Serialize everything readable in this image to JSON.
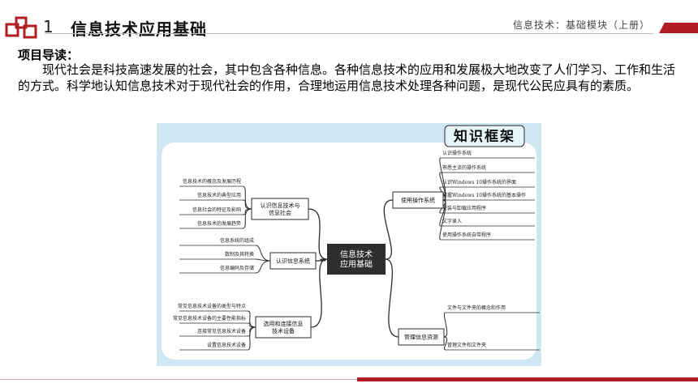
{
  "header": {
    "chapter_number": "1",
    "chapter_title": "信息技术应用基础",
    "course": "信息技术：基础模块（上册）"
  },
  "intro": {
    "heading": "项目导读：",
    "paragraph": "现代社会是科技高速发展的社会，其中包含各种信息。各种信息技术的应用和发展极大地改变了人们学习、工作和生活的方式。科学地认知信息技术对于现代社会的作用，合理地运用信息技术处理各种问题，是现代公民应具有的素质。"
  },
  "mindmap": {
    "banner": "知识框架",
    "center": [
      "信息技术",
      "应用基础"
    ],
    "left_branches": [
      {
        "label": [
          "认识信息技术与",
          "信息社会"
        ],
        "leaves": [
          "信息技术的概念及发展历程",
          "信息技术的典型应用",
          "信息社会的特征及影响",
          "信息技术的发展趋势"
        ]
      },
      {
        "label": [
          "认识信息系统"
        ],
        "leaves": [
          "信息系统的组成",
          "数制及其转换",
          "信息编码及存储"
        ]
      },
      {
        "label": [
          "选用和连接信息",
          "技术设备"
        ],
        "leaves": [
          "常见信息技术设备的类型与特点",
          "常见信息技术设备的主要性能指标",
          "连接常见信息技术设备",
          "设置信息技术设备"
        ]
      }
    ],
    "right_branches": [
      {
        "label": [
          "使用操作系统"
        ],
        "leaves": [
          "认识操作系统",
          "熟悉主流的操作系统",
          "认识Windows 10操作系统的界面",
          "掌握Windows 10操作系统的基本操作",
          "安装与卸载应用程序",
          "文字录入",
          "使用操作系统自带程序"
        ]
      },
      {
        "label": [
          "管理信息资源"
        ],
        "leaves": [
          "文件与文件夹的概念和作用",
          "管理文件和文件夹"
        ]
      }
    ]
  },
  "colors": {
    "accent": "#b01e23",
    "mindmap_bg": "#cfe8f3",
    "center_box": "#2e2e2e"
  }
}
